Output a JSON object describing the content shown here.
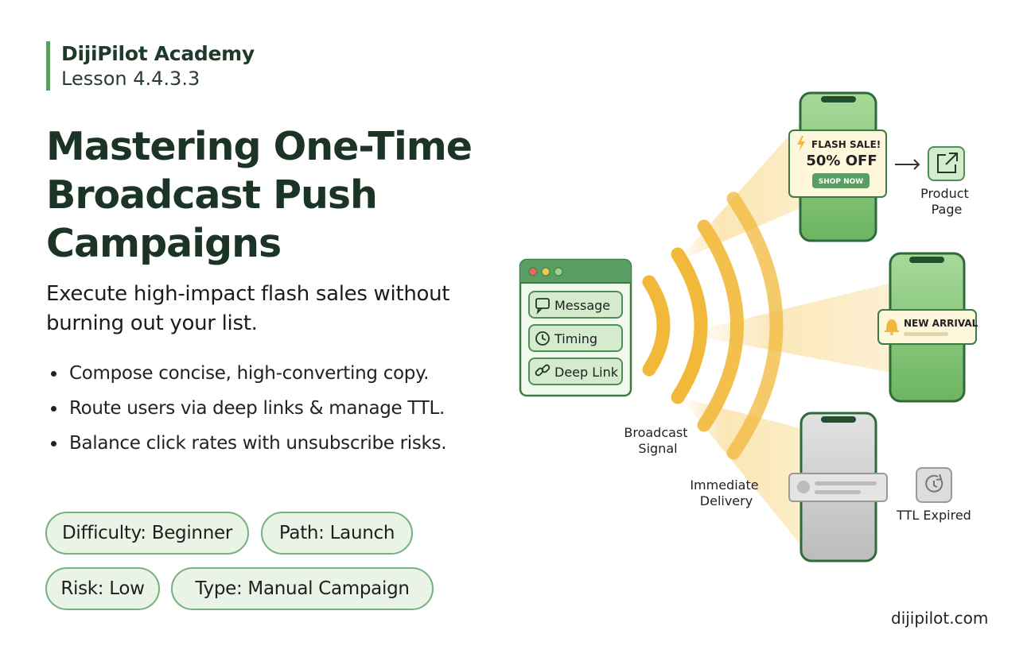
{
  "brand": {
    "name": "DijiPilot Academy",
    "lesson": "Lesson 4.4.3.3"
  },
  "title": "Mastering One-Time Broadcast Push Campaigns",
  "subtitle": "Execute high-impact flash sales without burning out your list.",
  "bullets": [
    "Compose concise, high-converting copy.",
    "Route users via deep links & manage TTL.",
    "Balance click rates with unsubscribe risks."
  ],
  "tags": {
    "difficulty": "Difficulty: Beginner",
    "path": "Path: Launch",
    "risk": "Risk: Low",
    "type": "Type: Manual Campaign"
  },
  "footer": {
    "url": "dijipilot.com"
  },
  "diagram": {
    "composer": {
      "items": [
        "Message",
        "Timing",
        "Deep Link"
      ]
    },
    "labels": {
      "broadcast_signal": [
        "Broadcast",
        "Signal"
      ],
      "immediate_delivery": [
        "Immediate",
        "Delivery"
      ],
      "product_page": [
        "Product",
        "Page"
      ],
      "ttl_expired": "TTL Expired"
    },
    "notifications": {
      "flash_sale": {
        "headline": "FLASH SALE!",
        "offer": "50% OFF",
        "cta": "SHOP NOW"
      },
      "new_arrival": {
        "headline": "NEW ARRIVAL"
      }
    },
    "icons": [
      "message-icon",
      "clock-icon",
      "link-icon",
      "lightning-icon",
      "bell-icon",
      "external-link-icon",
      "expired-clock-icon",
      "arrow-right-icon"
    ],
    "colors": {
      "brand_green": "#5a9e63",
      "phone_green": "#7cc072",
      "signal_yellow": "#f2b83a",
      "expired_gray": "#bdbdbd"
    }
  }
}
